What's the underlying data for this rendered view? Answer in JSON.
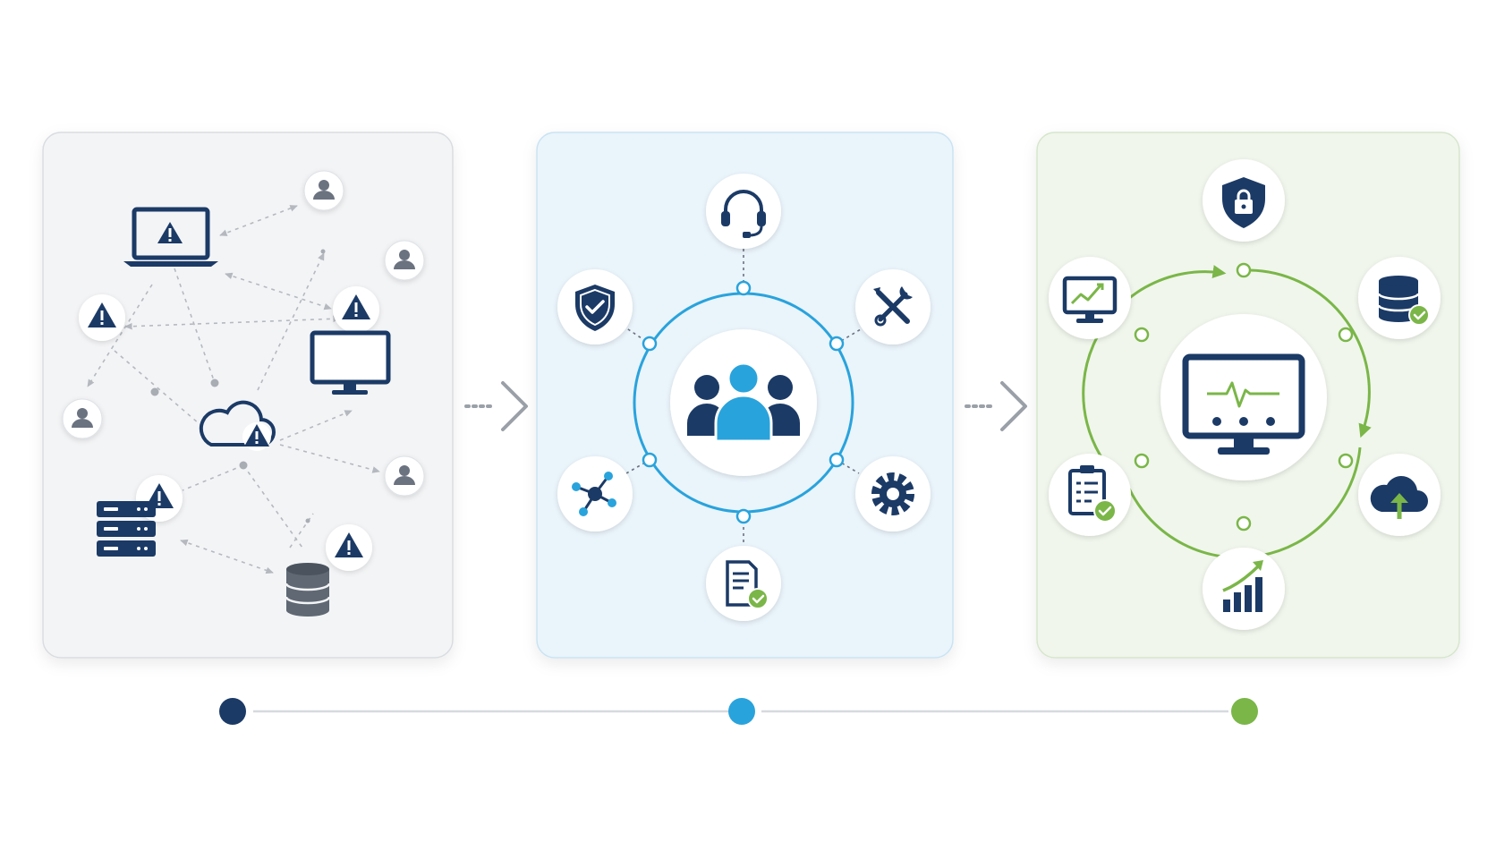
{
  "colors": {
    "navy": "#1b3a66",
    "blue": "#29a3dc",
    "green": "#7ab648",
    "gray": "#a7acb3",
    "panel1_bg": "#f3f4f6",
    "panel2_bg": "#eaf4fb",
    "panel3_bg": "#f0f6ec"
  },
  "panels": [
    {
      "name": "fragmented-network",
      "icons": [
        "laptop-warning-icon",
        "user-icon",
        "user-icon",
        "warning-icon",
        "warning-icon",
        "desktop-monitor-icon",
        "user-icon",
        "cloud-warning-icon",
        "user-icon",
        "server-rack-icon",
        "warning-icon",
        "warning-icon",
        "database-icon"
      ]
    },
    {
      "name": "centralized-support",
      "center_icon": "team-icon",
      "icons": [
        "headset-icon",
        "shield-check-icon",
        "tools-icon",
        "network-nodes-icon",
        "gear-icon",
        "document-check-icon"
      ]
    },
    {
      "name": "optimized-operations",
      "center_icon": "monitor-heartbeat-icon",
      "icons": [
        "shield-lock-icon",
        "analytics-monitor-icon",
        "database-check-icon",
        "checklist-icon",
        "cloud-upload-icon",
        "growth-chart-icon"
      ]
    }
  ],
  "timeline": {
    "steps": [
      {
        "color": "#1b3a66"
      },
      {
        "color": "#29a3dc"
      },
      {
        "color": "#7ab648"
      }
    ]
  }
}
